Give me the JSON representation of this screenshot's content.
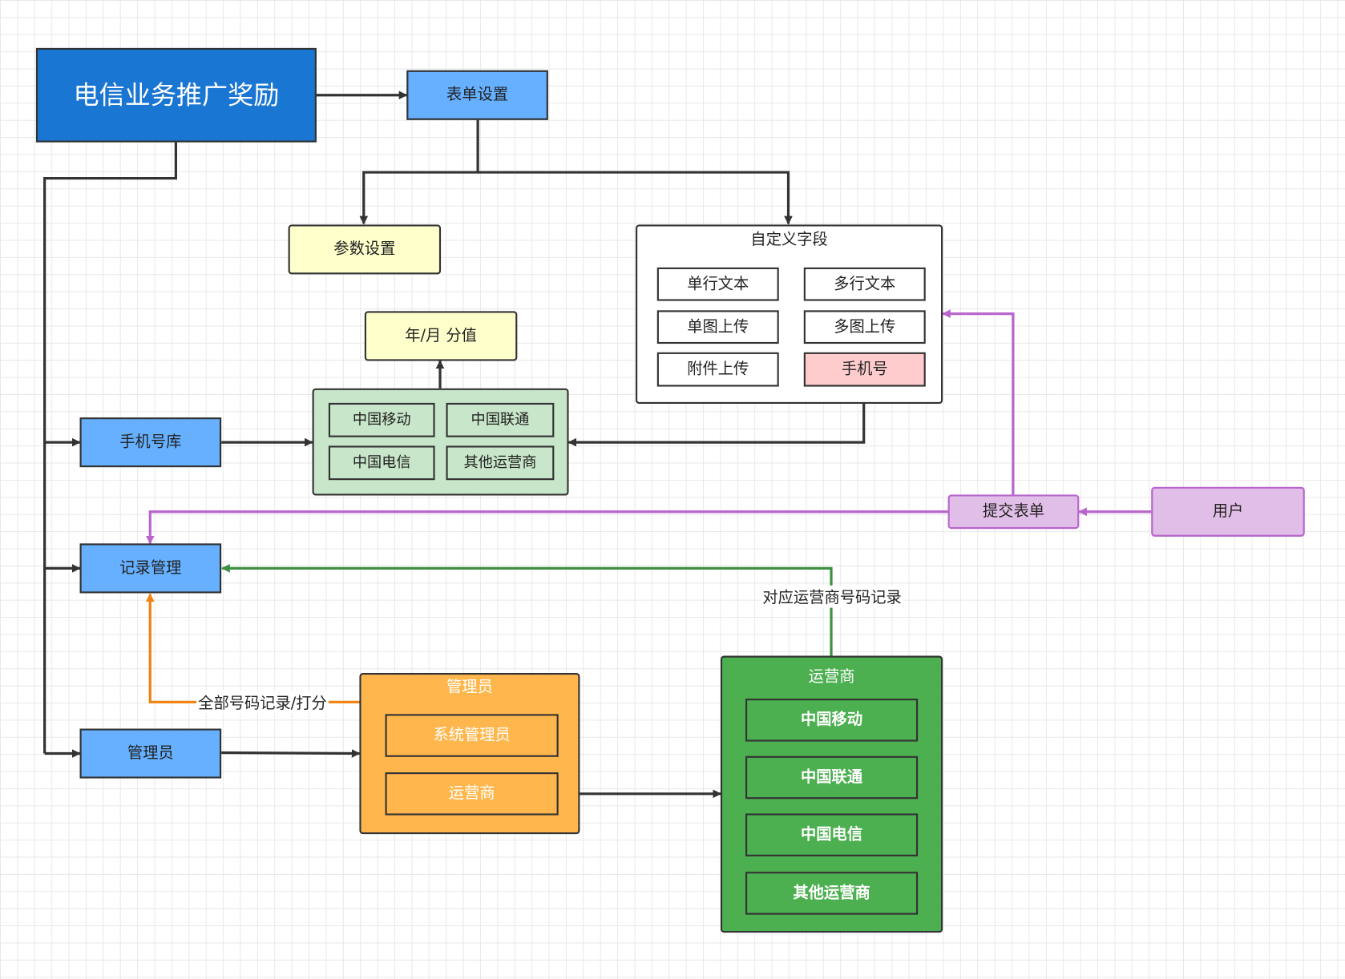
{
  "nodes": {
    "root": "电信业务推广奖励",
    "form_settings": "表单设置",
    "param_settings": "参数设置",
    "custom_fields": {
      "title": "自定义字段",
      "single_text": "单行文本",
      "multi_text": "多行文本",
      "single_image": "单图上传",
      "multi_image": "多图上传",
      "attachment": "附件上传",
      "phone": "手机号"
    },
    "year_month_score": "年/月 分值",
    "phone_library": "手机号库",
    "carriers_small": {
      "mobile": "中国移动",
      "unicom": "中国联通",
      "telecom": "中国电信",
      "others": "其他运营商"
    },
    "record_management": "记录管理",
    "submit_form": "提交表单",
    "user": "用户",
    "admin": "管理员",
    "admin_group": {
      "title": "管理员",
      "system_admin": "系统管理员",
      "carrier": "运营商"
    },
    "carrier_group": {
      "title": "运营商",
      "mobile": "中国移动",
      "unicom": "中国联通",
      "telecom": "中国电信",
      "others": "其他运营商"
    }
  },
  "edge_labels": {
    "carrier_records": "对应运营商号码记录",
    "all_records": "全部号码记录/打分"
  },
  "colors": {
    "edge_default": "#333333",
    "edge_purple": "#b865cc",
    "edge_green": "#3e9142",
    "edge_orange": "#f0820f",
    "root_fill": "#1976d2",
    "blue_fill": "#66b0ff",
    "yellow_fill": "#ffffcc",
    "pink_fill": "#ffccce",
    "light_green_fill": "#c8e6c9",
    "purple_fill": "#e1bee7",
    "orange_fill": "#ffb74d",
    "green_fill": "#4caf50"
  }
}
